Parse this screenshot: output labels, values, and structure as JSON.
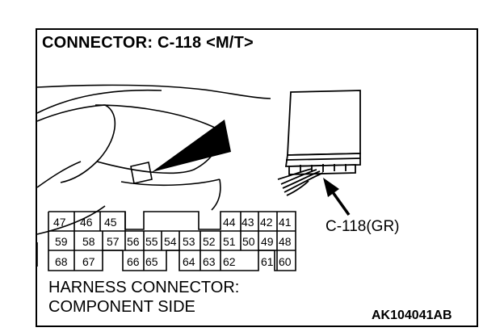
{
  "title": "CONNECTOR: C-118 <M/T>",
  "connector_label": "C-118(GR)",
  "caption": {
    "line1": "HARNESS CONNECTOR:",
    "line2": "COMPONENT SIDE"
  },
  "figure_code": "AK104041AB",
  "connector_pins": {
    "row1": [
      "47",
      "46",
      "45",
      "44",
      "43",
      "42",
      "41"
    ],
    "row2": [
      "59",
      "58",
      "57",
      "56",
      "55",
      "54",
      "53",
      "52",
      "51",
      "50",
      "49",
      "48"
    ],
    "row3": [
      "68",
      "67",
      "66",
      "65",
      "64",
      "63",
      "62",
      "61",
      "60"
    ]
  }
}
